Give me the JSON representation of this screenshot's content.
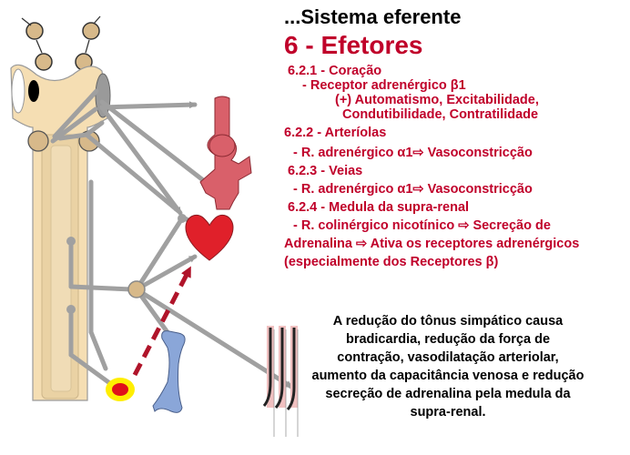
{
  "slide": {
    "title": "...Sistema eferente",
    "subtitle": "6 - Efetores"
  },
  "sections": {
    "coracao_header": "6.2.1 - Coração",
    "coracao_receptor": "- Receptor adrenérgico β1",
    "coracao_effects_1": "(+) Automatismo, Excitabilidade,",
    "coracao_effects_2": "Condutibilidade, Contratilidade",
    "arteriolas_header": "6.2.2 - Arteríolas",
    "arteriolas_receptor": "- R. adrenérgico α1⇨ Vasoconstricção",
    "veias_header": "6.2.3 - Veias",
    "veias_receptor": "- R. adrenérgico α1⇨ Vasoconstricção",
    "medula_header": "6.2.4 - Medula da supra-renal",
    "medula_line_1": "- R. colinérgico nicotínico ⇨ Secreção de",
    "medula_line_2": "Adrenalina ⇨ Ativa os receptores adrenérgicos",
    "medula_line_3": "(especialmente dos Receptores β)"
  },
  "note": "A redução do tônus simpático causa bradicardia, redução da força de contração, vasodilatação arteriolar, aumento da capacitância venosa e redução secreção de adrenalina pela medula da supra-renal.",
  "colors": {
    "text_red": "#c0002a",
    "spinal_cord": "#f5deb3",
    "neuron_gray": "#a0a0a0",
    "heart_red": "#e0202a",
    "vessel_pink": "#d9606a",
    "adrenal_blue": "#8aa6d8",
    "dashed_arrow": "#b0142a",
    "adrenal_gland_yellow": "#ffee00"
  }
}
